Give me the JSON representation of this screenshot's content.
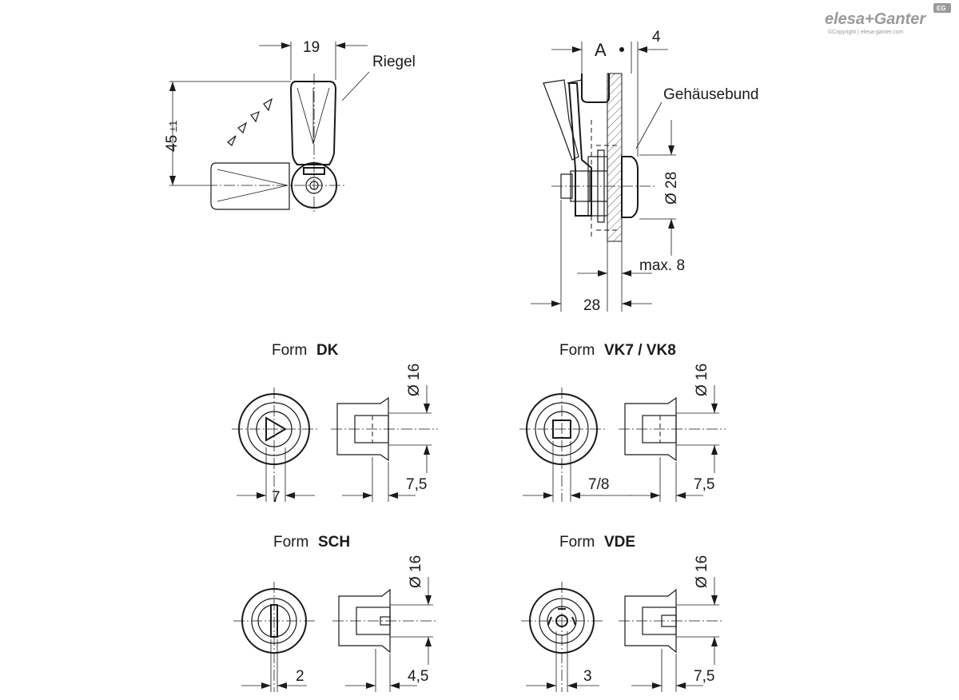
{
  "logo": {
    "wordmark": "elesa+Ganter",
    "copyright": "©Copyright | elesa-ganter.com",
    "badge": "EG"
  },
  "top_left_view": {
    "dim_width": "19",
    "dim_height": "45",
    "dim_height_tol": "±1",
    "label_lever": "Riegel"
  },
  "top_right_view": {
    "dim_offset": "4",
    "view_label": "A",
    "label_collar": "Gehäusebund",
    "dim_diameter": "Ø 28",
    "dim_panel": "max. 8",
    "dim_depth": "28"
  },
  "forms": [
    {
      "prefix": "Form",
      "name": "DK",
      "diameter": "Ø 16",
      "dim_key": "7",
      "dim_depth": "7,5"
    },
    {
      "prefix": "Form",
      "name": "VK7 / VK8",
      "diameter": "Ø 16",
      "dim_key": "7/8",
      "dim_depth": "7,5"
    },
    {
      "prefix": "Form",
      "name": "SCH",
      "diameter": "Ø 16",
      "dim_key": "2",
      "dim_depth": "4,5"
    },
    {
      "prefix": "Form",
      "name": "VDE",
      "diameter": "Ø 16",
      "dim_key": "3",
      "dim_depth": "7,5"
    }
  ]
}
